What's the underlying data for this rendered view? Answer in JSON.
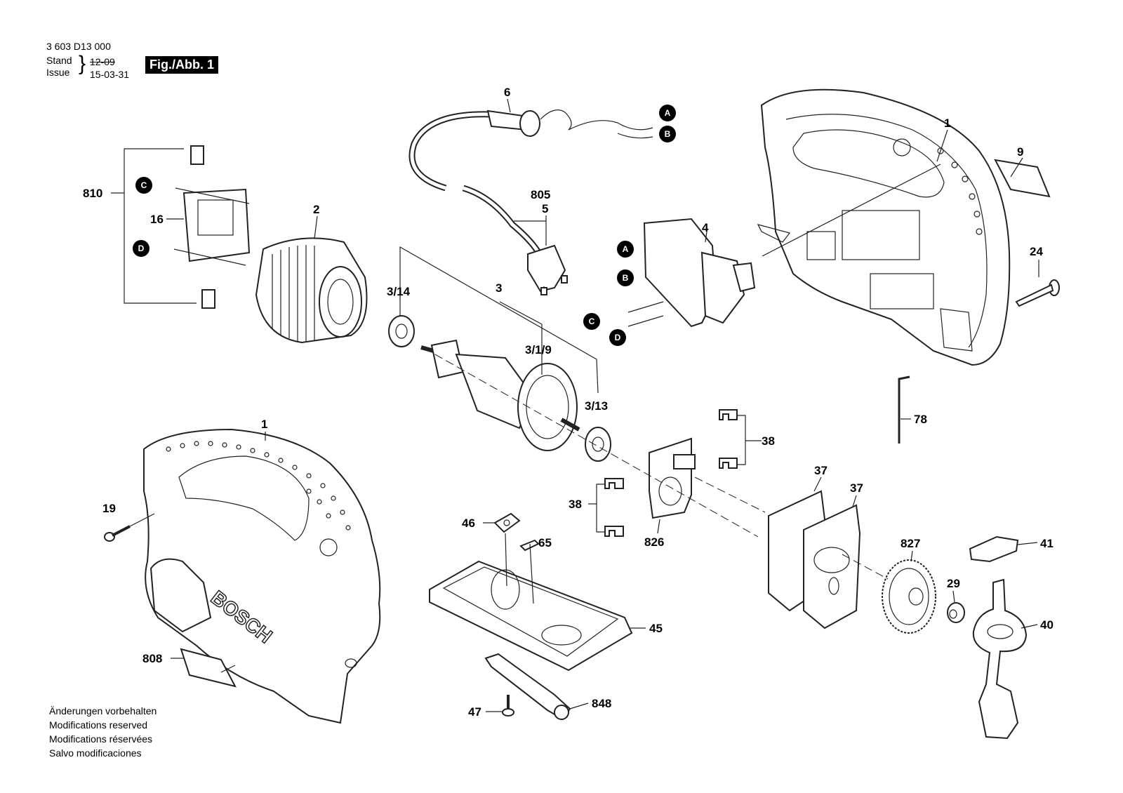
{
  "header": {
    "part_number": "3 603 D13 000",
    "stand_label": "Stand",
    "issue_label": "Issue",
    "stand_date": "12-09",
    "issue_date": "15-03-31",
    "figure_label": "Fig./Abb. 1"
  },
  "notes": [
    "Änderungen vorbehalten",
    "Modifications reserved",
    "Modifications réservées",
    "Salvo modificaciones"
  ],
  "labels": {
    "l1a": "1",
    "l1b": "1",
    "l2": "2",
    "l3": "3",
    "l3_14": "3/14",
    "l3_1_9": "3/1/9",
    "l3_13": "3/13",
    "l4": "4",
    "l5": "5",
    "l805": "805",
    "l6": "6",
    "l9": "9",
    "l16": "16",
    "l19": "19",
    "l24": "24",
    "l29": "29",
    "l37a": "37",
    "l37b": "37",
    "l38a": "38",
    "l38b": "38",
    "l40": "40",
    "l41": "41",
    "l45": "45",
    "l46": "46",
    "l47": "47",
    "l65": "65",
    "l78": "78",
    "l808": "808",
    "l810": "810",
    "l826": "826",
    "l827": "827",
    "l848": "848"
  },
  "connectors": {
    "a1": "A",
    "b1": "B",
    "a2": "A",
    "b2": "B",
    "c1": "C",
    "d1": "D",
    "c2": "C",
    "d2": "D"
  },
  "housing_text": "BOSCH"
}
